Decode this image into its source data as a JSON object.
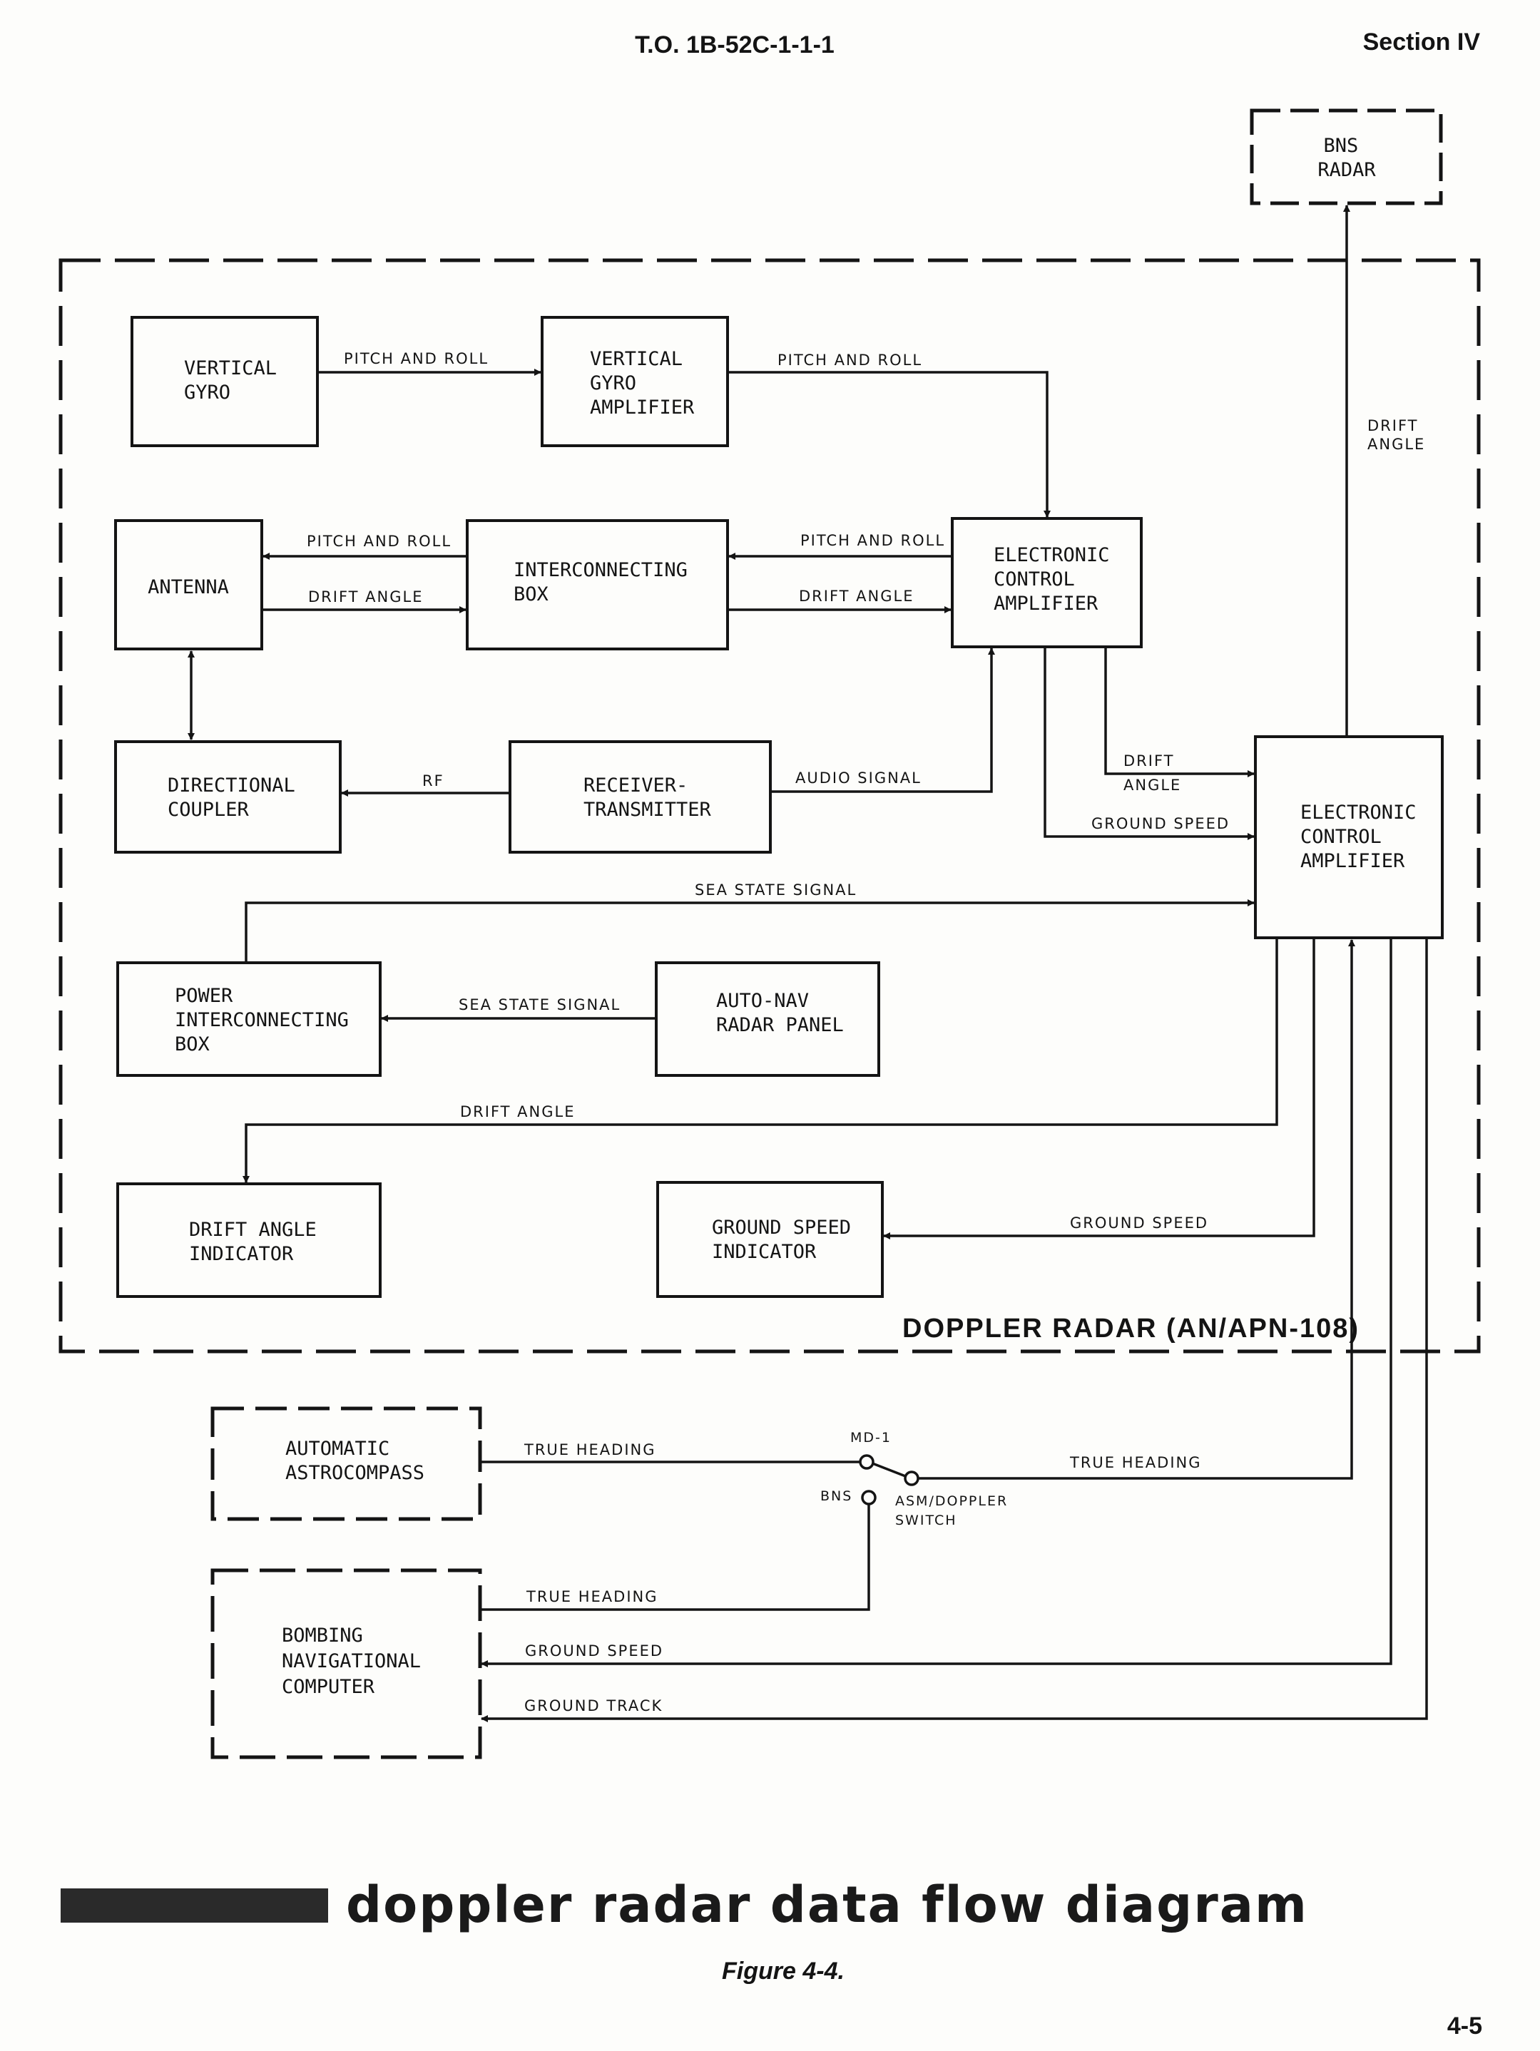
{
  "header": {
    "doc_number": "T.O. 1B-52C-1-1-1",
    "section": "Section IV"
  },
  "system_label": "DOPPLER RADAR (AN/APN-108)",
  "blocks": {
    "bns_radar": [
      "BNS",
      "RADAR"
    ],
    "vertical_gyro": [
      "VERTICAL",
      "GYRO"
    ],
    "vertical_gyro_amplifier": [
      "VERTICAL",
      "GYRO",
      "AMPLIFIER"
    ],
    "antenna": [
      "ANTENNA"
    ],
    "interconnecting_box": [
      "INTERCONNECTING",
      "BOX"
    ],
    "eca_upper": [
      "ELECTRONIC",
      "CONTROL",
      "AMPLIFIER"
    ],
    "directional_coupler": [
      "DIRECTIONAL",
      "COUPLER"
    ],
    "receiver_transmitter": [
      "RECEIVER-",
      "TRANSMITTER"
    ],
    "eca_right": [
      "ELECTRONIC",
      "CONTROL",
      "AMPLIFIER"
    ],
    "power_interconnecting_box": [
      "POWER",
      "INTERCONNECTING",
      "BOX"
    ],
    "auto_nav_radar_panel": [
      "AUTO-NAV",
      "RADAR PANEL"
    ],
    "drift_angle_indicator": [
      "DRIFT ANGLE",
      "INDICATOR"
    ],
    "ground_speed_indicator": [
      "GROUND SPEED",
      "INDICATOR"
    ],
    "automatic_astrocompass": [
      "AUTOMATIC",
      "ASTROCOMPASS"
    ],
    "bombing_navigational_computer": [
      "BOMBING",
      "NAVIGATIONAL",
      "COMPUTER"
    ]
  },
  "signals": {
    "pitch_roll_1": "PITCH AND ROLL",
    "pitch_roll_2": "PITCH AND ROLL",
    "pitch_roll_3": "PITCH AND ROLL",
    "pitch_roll_4": "PITCH AND ROLL",
    "drift_angle_1": "DRIFT ANGLE",
    "drift_angle_2": "DRIFT ANGLE",
    "drift_angle_bns": [
      "DRIFT",
      "ANGLE"
    ],
    "drift_angle_eca": [
      "DRIFT",
      "ANGLE"
    ],
    "rf": "RF",
    "audio_signal": "AUDIO SIGNAL",
    "ground_speed_eca": "GROUND SPEED",
    "sea_state_signal_1": "SEA STATE SIGNAL",
    "sea_state_signal_2": "SEA STATE SIGNAL",
    "drift_angle_indicator_feed": "DRIFT ANGLE",
    "ground_speed_indicator_feed": "GROUND SPEED",
    "true_heading_astro": "TRUE HEADING",
    "true_heading_eca": "TRUE HEADING",
    "true_heading_bnc": "TRUE HEADING",
    "ground_speed_bnc": "GROUND SPEED",
    "ground_track_bnc": "GROUND TRACK"
  },
  "switch": {
    "md1": "MD-1",
    "bns": "BNS",
    "name": [
      "ASM/DOPPLER",
      "SWITCH"
    ]
  },
  "title": "doppler radar data flow diagram",
  "figure": "Figure 4-4.",
  "page_number": "4-5"
}
